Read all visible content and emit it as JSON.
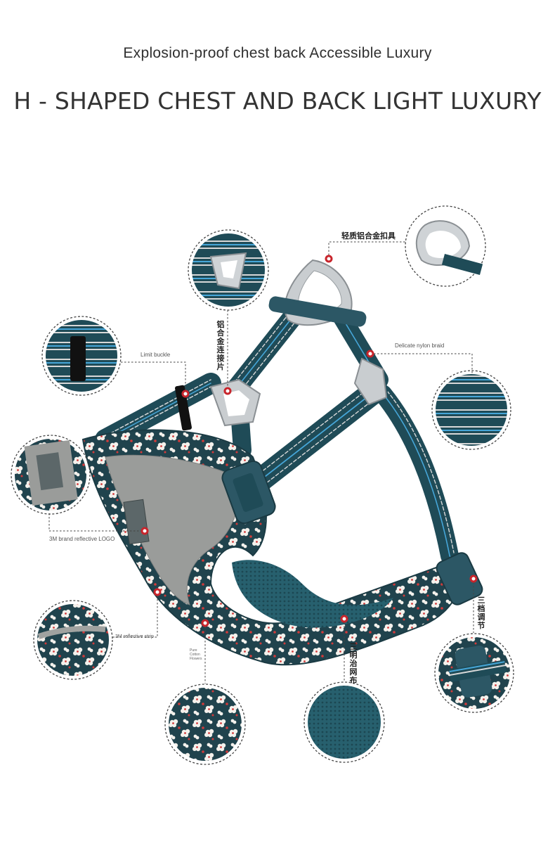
{
  "header": {
    "subtitle": "Explosion-proof chest back Accessible Luxury",
    "title": "H - SHAPED CHEST AND BACK LIGHT LUXURY"
  },
  "callouts": {
    "aluminum_buckle": "轻质铝合金扣具",
    "alloy_connector": "铝合金连接片",
    "limit_buckle": "Limit buckle",
    "nylon_braid": "Delicate nylon braid",
    "reflective_logo": "3M brand reflective LOGO",
    "reflective_strip": "3M reflective strip",
    "pure_cotton": "Pure Cotton Flowers",
    "three_gear": "三档调节",
    "sandwich_mesh": "三明治网布"
  },
  "colors": {
    "strap_teal": "#1f4b57",
    "strap_stripe": "#46a6d8",
    "fabric_dark": "#20434d",
    "flower_white": "#f4f1ec",
    "flower_red": "#d23a3a",
    "reflective_grey": "#9a9c9a",
    "marker_red": "#c8252c",
    "dashed_line": "#444444"
  },
  "icons": {
    "markers": "red-dot-marker",
    "detail_views": "dashed-circle-zoom"
  }
}
